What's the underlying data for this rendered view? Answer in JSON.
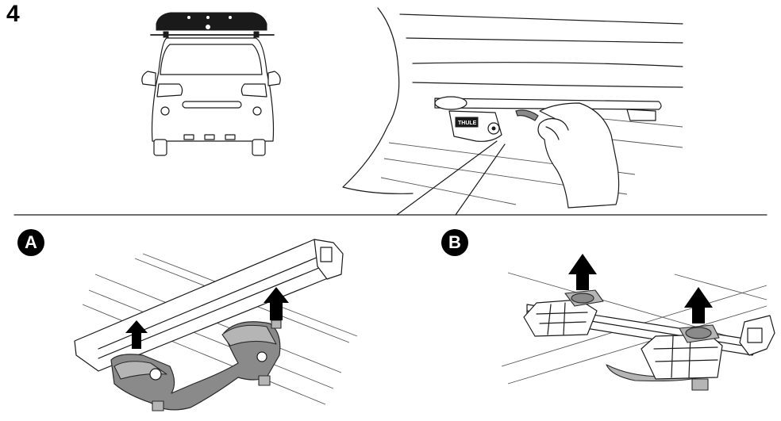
{
  "step": {
    "number": "4"
  },
  "panels": {
    "a": {
      "label": "A"
    },
    "b": {
      "label": "B"
    }
  },
  "brand": {
    "text": "THULE"
  },
  "colors": {
    "ink": "#1a1a1a",
    "part_gray": "#8a8a8a",
    "background": "#ffffff"
  }
}
